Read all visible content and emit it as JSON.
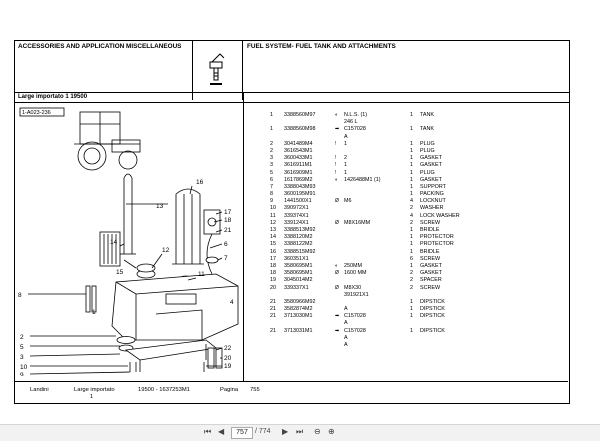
{
  "header": {
    "left_title": "ACCESSORIES AND APPLICATION MISCELLANEOUS",
    "right_title": "FUEL SYSTEM- FUEL TANK AND ATTACHMENTS",
    "subtitle": "Large importato 1 19500"
  },
  "diagram": {
    "tag": "1-A023-236",
    "callouts": [
      "1",
      "2",
      "3",
      "4",
      "5",
      "6",
      "7",
      "8",
      "9",
      "10",
      "11",
      "12",
      "13",
      "14",
      "15",
      "16",
      "17",
      "18",
      "19",
      "20",
      "21",
      "22"
    ]
  },
  "parts": [
    {
      "item": "1",
      "pn": "3388560M97",
      "sym": "◐",
      "rem": "N.L.S.  (1)",
      "rem2": "246 L",
      "qty": "1",
      "desc": "TANK"
    },
    {
      "item": "1",
      "pn": "3388560M98",
      "sym": "➡",
      "rem": "C157028",
      "rem2": "A",
      "qty": "1",
      "desc": "TANK"
    },
    {
      "item": "2",
      "pn": "3041489M4",
      "sym": "!",
      "rem": "1",
      "rem2": "",
      "qty": "1",
      "desc": "PLUG"
    },
    {
      "item": "2",
      "pn": "3616543M1",
      "sym": "",
      "rem": "",
      "rem2": "",
      "qty": "1",
      "desc": "PLUG"
    },
    {
      "item": "3",
      "pn": "3600433M1",
      "sym": "!",
      "rem": "2",
      "rem2": "",
      "qty": "1",
      "desc": "GASKET"
    },
    {
      "item": "3",
      "pn": "3616911M1",
      "sym": "!",
      "rem": "1",
      "rem2": "",
      "qty": "1",
      "desc": "GASKET"
    },
    {
      "item": "5",
      "pn": "3616909M1",
      "sym": "!",
      "rem": "1",
      "rem2": "",
      "qty": "1",
      "desc": "PLUG"
    },
    {
      "item": "6",
      "pn": "1617869M2",
      "sym": "◐",
      "rem": "1426488M1  (1)",
      "rem2": "",
      "qty": "1",
      "desc": "GASKET"
    },
    {
      "item": "7",
      "pn": "3388043M93",
      "sym": "",
      "rem": "",
      "rem2": "",
      "qty": "1",
      "desc": "SUPPORT"
    },
    {
      "item": "8",
      "pn": "3600195M91",
      "sym": "",
      "rem": "",
      "rem2": "",
      "qty": "1",
      "desc": "PACKING"
    },
    {
      "item": "9",
      "pn": "1441500X1",
      "sym": "Ø",
      "rem": "M6",
      "rem2": "",
      "qty": "4",
      "desc": "LOCKNUT"
    },
    {
      "item": "10",
      "pn": "390972X1",
      "sym": "",
      "rem": "",
      "rem2": "",
      "qty": "2",
      "desc": "WASHER"
    },
    {
      "item": "11",
      "pn": "339374X1",
      "sym": "",
      "rem": "",
      "rem2": "",
      "qty": "4",
      "desc": "LOCK WASHER"
    },
    {
      "item": "12",
      "pn": "339124X1",
      "sym": "Ø",
      "rem": "M8X16MM",
      "rem2": "",
      "qty": "2",
      "desc": "SCREW"
    },
    {
      "item": "13",
      "pn": "3388513M92",
      "sym": "",
      "rem": "",
      "rem2": "",
      "qty": "1",
      "desc": "BRIDLE"
    },
    {
      "item": "14",
      "pn": "3388120M2",
      "sym": "",
      "rem": "",
      "rem2": "",
      "qty": "1",
      "desc": "PROTECTOR"
    },
    {
      "item": "15",
      "pn": "3388122M2",
      "sym": "",
      "rem": "",
      "rem2": "",
      "qty": "1",
      "desc": "PROTECTOR"
    },
    {
      "item": "16",
      "pn": "3388515M92",
      "sym": "",
      "rem": "",
      "rem2": "",
      "qty": "1",
      "desc": "BRIDLE"
    },
    {
      "item": "17",
      "pn": "360351X1",
      "sym": "",
      "rem": "",
      "rem2": "",
      "qty": "6",
      "desc": "SCREW"
    },
    {
      "item": "18",
      "pn": "3580695M1",
      "sym": "◐",
      "rem": "250MM",
      "rem2": "",
      "qty": "1",
      "desc": "GASKET"
    },
    {
      "item": "18",
      "pn": "3580695M1",
      "sym": "Ø",
      "rem": "1600 MM",
      "rem2": "",
      "qty": "2",
      "desc": "GASKET"
    },
    {
      "item": "19",
      "pn": "3045014M2",
      "sym": "",
      "rem": "",
      "rem2": "",
      "qty": "2",
      "desc": "SPACER"
    },
    {
      "item": "20",
      "pn": "339337X1",
      "sym": "Ø",
      "rem": "M8X30",
      "rem2": "391921X1",
      "qty": "2",
      "desc": "SCREW"
    },
    {
      "item": "21",
      "pn": "3580966M92",
      "sym": "",
      "rem": "",
      "rem2": "",
      "qty": "1",
      "desc": "DIPSTICK"
    },
    {
      "item": "21",
      "pn": "3582874M2",
      "sym": "",
      "rem": "A",
      "rem2": "",
      "qty": "1",
      "desc": "DIPSTICK"
    },
    {
      "item": "21",
      "pn": "3713030M1",
      "sym": "➡",
      "rem": "C157028",
      "rem2": "A",
      "qty": "1",
      "desc": "DIPSTICK"
    },
    {
      "item": "21",
      "pn": "3713031M1",
      "sym": "➡",
      "rem": "C157028",
      "rem2": "A|A",
      "qty": "1",
      "desc": "DIPSTICK"
    }
  ],
  "footer": {
    "brand": "Landini",
    "model": "Large importato",
    "model_line2": "1",
    "serial": "19500 - 1637253M1",
    "page_label": "Pagina",
    "page_no": "755"
  },
  "viewer": {
    "first": "⏮",
    "prev": "◀",
    "current": "757",
    "total": "/ 774",
    "next": "▶",
    "last": "⏭",
    "zoom_out": "⊖",
    "zoom_in": "⊕"
  }
}
